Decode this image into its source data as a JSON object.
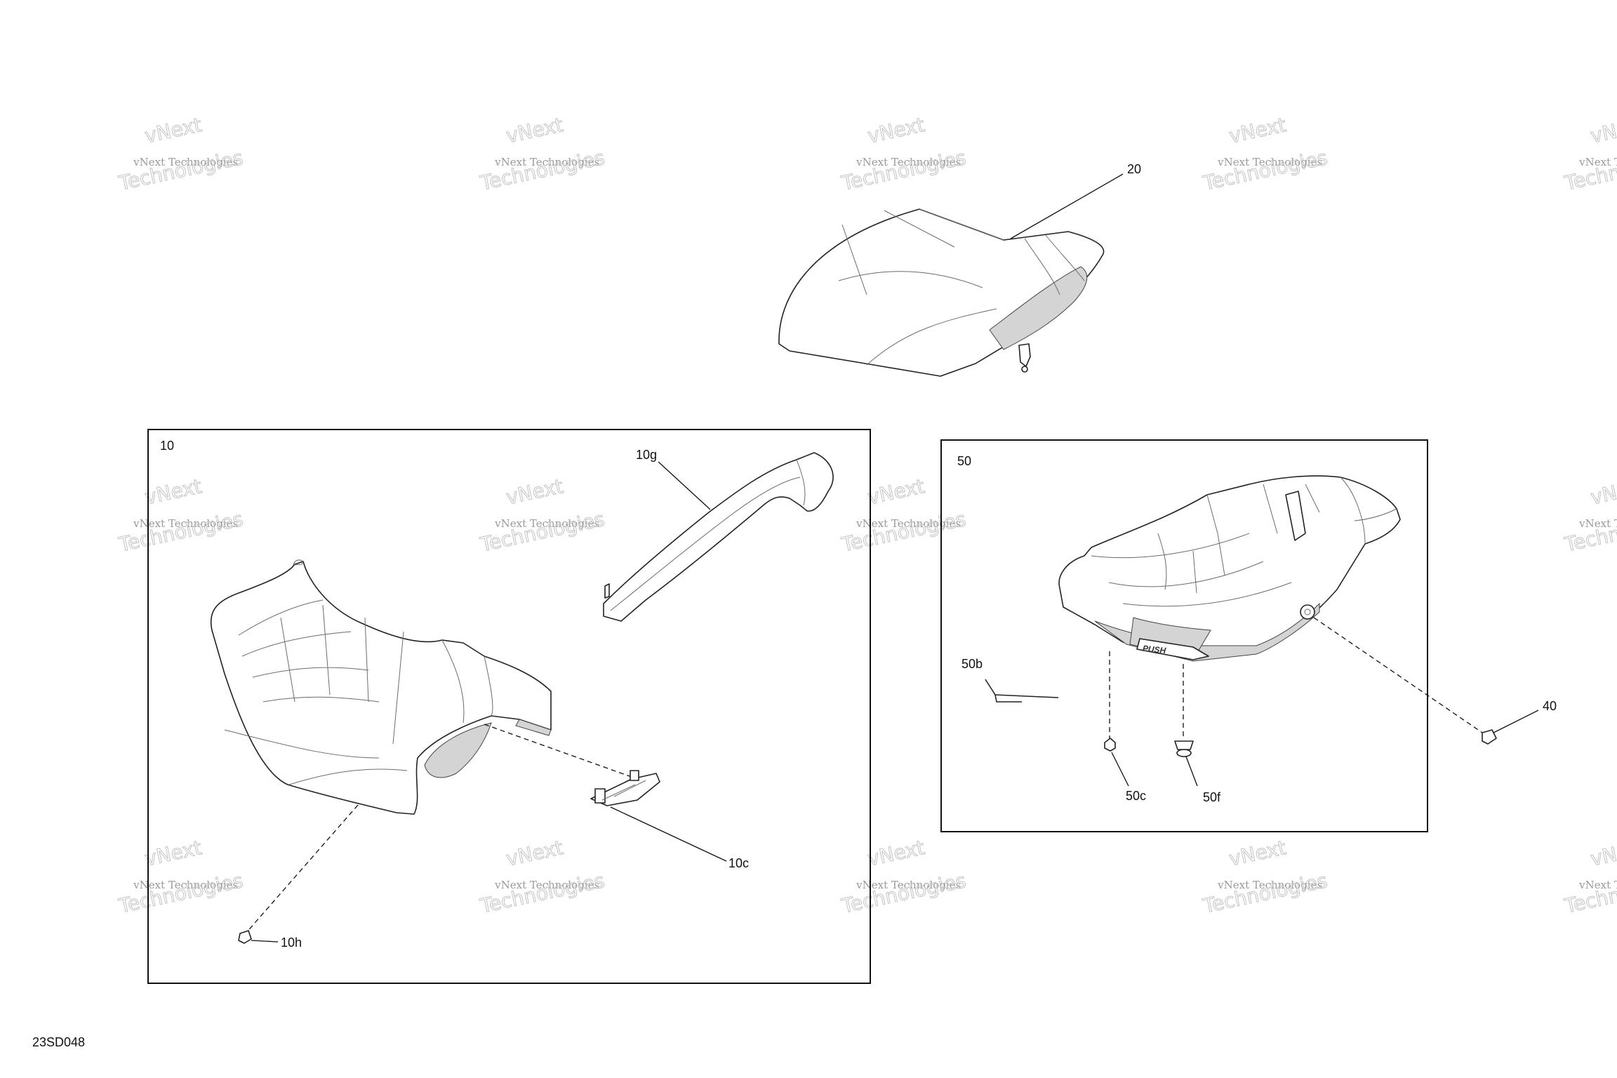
{
  "diagram": {
    "document_id": "23SD048",
    "watermark": {
      "line1": "vNext Technologies",
      "line2": "vNext",
      "line3": "Technologies"
    },
    "groups": [
      {
        "id": "group-10",
        "label": "10"
      },
      {
        "id": "group-50",
        "label": "50"
      }
    ],
    "parts": [
      {
        "id": "20",
        "label": "20",
        "description_icon": "passenger-seat"
      },
      {
        "id": "10",
        "label": "10",
        "description_icon": "driver-seat"
      },
      {
        "id": "10g",
        "label": "10g",
        "description_icon": "seat-strap"
      },
      {
        "id": "10c",
        "label": "10c",
        "description_icon": "seat-latch"
      },
      {
        "id": "10h",
        "label": "10h",
        "description_icon": "screw"
      },
      {
        "id": "50",
        "label": "50",
        "description_icon": "storage-bin"
      },
      {
        "id": "50b",
        "label": "50b",
        "description_icon": "wire-pin"
      },
      {
        "id": "50c",
        "label": "50c",
        "description_icon": "nut"
      },
      {
        "id": "50f",
        "label": "50f",
        "description_icon": "grommet"
      },
      {
        "id": "40",
        "label": "40",
        "description_icon": "screw"
      }
    ],
    "bin_logo_text": "PUSH"
  }
}
